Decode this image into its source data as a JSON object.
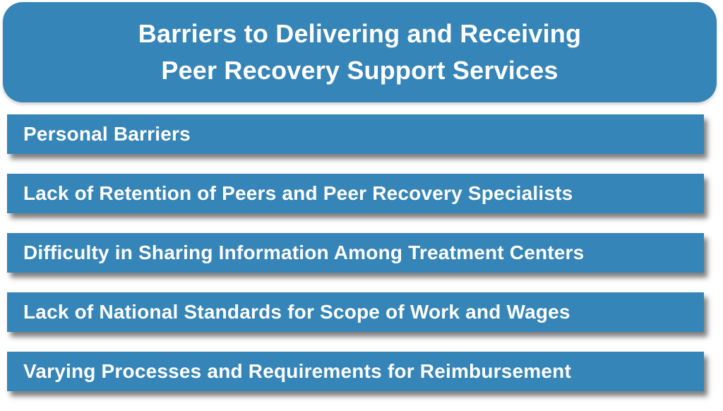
{
  "header": {
    "title_line1": "Barriers to Delivering and Receiving",
    "title_line2": "Peer Recovery Support Services"
  },
  "bars": [
    {
      "label": "Personal Barriers"
    },
    {
      "label": "Lack of Retention of Peers and Peer Recovery Specialists"
    },
    {
      "label": "Difficulty in Sharing Information Among Treatment Centers"
    },
    {
      "label": "Lack of National Standards for Scope of Work and Wages"
    },
    {
      "label": "Varying Processes and Requirements for Reimbursement"
    }
  ],
  "colors": {
    "primary_blue": "#3585b8",
    "text_white": "#ffffff",
    "background": "#ffffff",
    "bar_shadow": "rgba(0,0,0,0.5)"
  }
}
